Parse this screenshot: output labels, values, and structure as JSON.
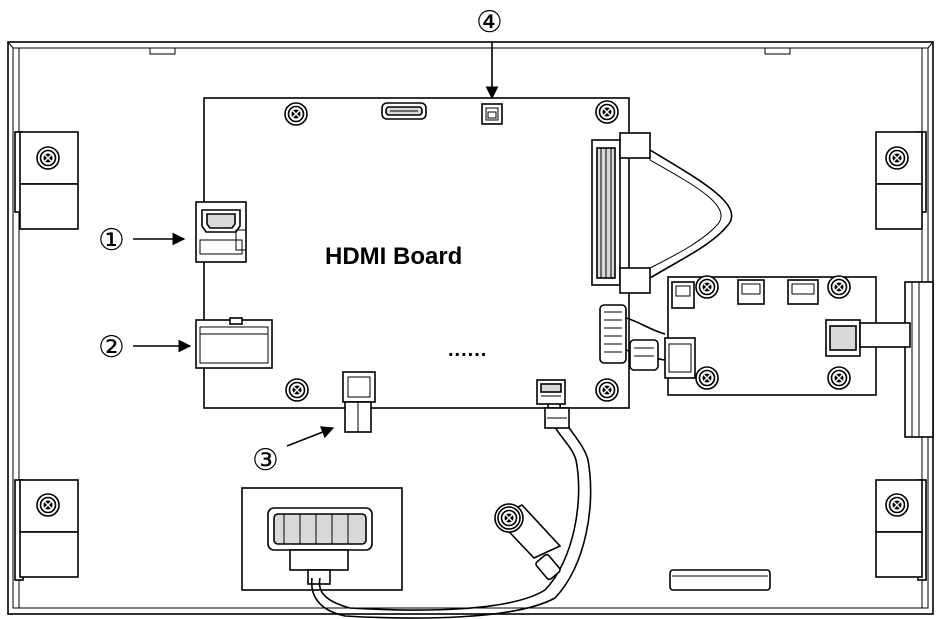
{
  "board_label": "HDMI Board",
  "dots_label": "......",
  "callouts": [
    {
      "id": "1",
      "symbol": "①"
    },
    {
      "id": "2",
      "symbol": "②"
    },
    {
      "id": "3",
      "symbol": "③"
    },
    {
      "id": "4",
      "symbol": "④"
    }
  ]
}
